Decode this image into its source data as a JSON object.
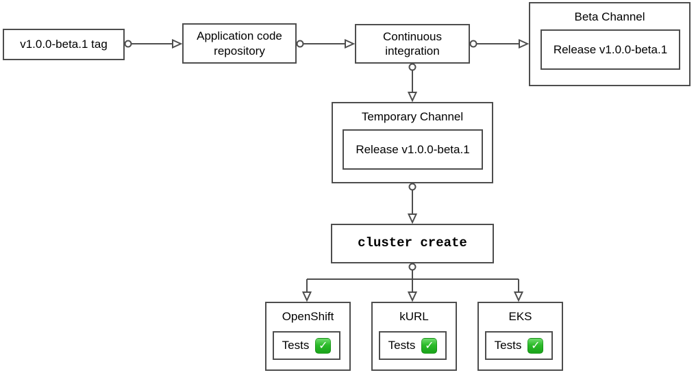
{
  "diagram": {
    "nodes": {
      "tag": {
        "label": "v1.0.0-beta.1 tag"
      },
      "repo": {
        "label": "Application code repository"
      },
      "ci": {
        "label": "Continuous integration"
      },
      "beta_channel": {
        "title": "Beta Channel",
        "release": "Release v1.0.0-beta.1"
      },
      "temp_channel": {
        "title": "Temporary Channel",
        "release": "Release v1.0.0-beta.1"
      },
      "cluster_create": {
        "label": "cluster create"
      },
      "openshift": {
        "title": "OpenShift",
        "tests_label": "Tests"
      },
      "kurl": {
        "title": "kURL",
        "tests_label": "Tests"
      },
      "eks": {
        "title": "EKS",
        "tests_label": "Tests"
      }
    },
    "edges": [
      {
        "from": "tag",
        "to": "repo"
      },
      {
        "from": "repo",
        "to": "ci"
      },
      {
        "from": "ci",
        "to": "beta_channel"
      },
      {
        "from": "ci",
        "to": "temp_channel"
      },
      {
        "from": "temp_channel",
        "to": "cluster_create"
      },
      {
        "from": "cluster_create",
        "to": "openshift"
      },
      {
        "from": "cluster_create",
        "to": "kurl"
      },
      {
        "from": "cluster_create",
        "to": "eks"
      }
    ],
    "icons": {
      "check": "✓"
    },
    "colors": {
      "border": "#4d4d4d",
      "text": "#000000",
      "background": "#ffffff",
      "check_green": "#2bbb29"
    }
  }
}
